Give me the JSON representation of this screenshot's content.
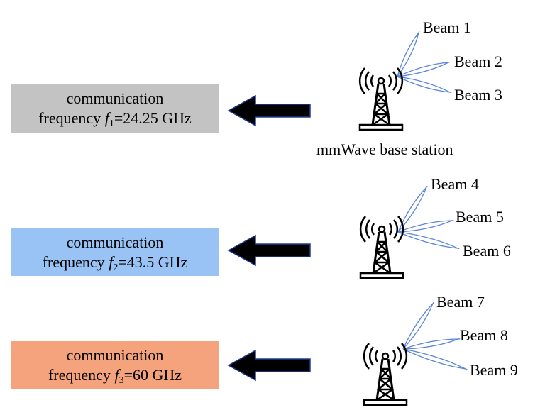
{
  "station_label": "mmWave base station",
  "colors": {
    "box1": "#c3c3c3",
    "box2": "#99c3f5",
    "box3": "#f5a37c",
    "arrow_fill": "#000000",
    "arrow_edge": "#1f3b8f",
    "beam_stroke": "#5b85d6"
  },
  "stations": [
    {
      "box": {
        "line1": "communication",
        "prefix": "frequency ",
        "symbol": "f",
        "subscript": "1",
        "value": "=24.25 GHz"
      },
      "beams": [
        "Beam 1",
        "Beam 2",
        "Beam 3"
      ]
    },
    {
      "box": {
        "line1": "communication",
        "prefix": "frequency ",
        "symbol": "f",
        "subscript": "2",
        "value": "=43.5 GHz"
      },
      "beams": [
        "Beam 4",
        "Beam 5",
        "Beam 6"
      ]
    },
    {
      "box": {
        "line1": "communication",
        "prefix": "frequency ",
        "symbol": "f",
        "subscript": "3",
        "value": "=60 GHz"
      },
      "beams": [
        "Beam 7",
        "Beam 8",
        "Beam 9"
      ]
    }
  ]
}
